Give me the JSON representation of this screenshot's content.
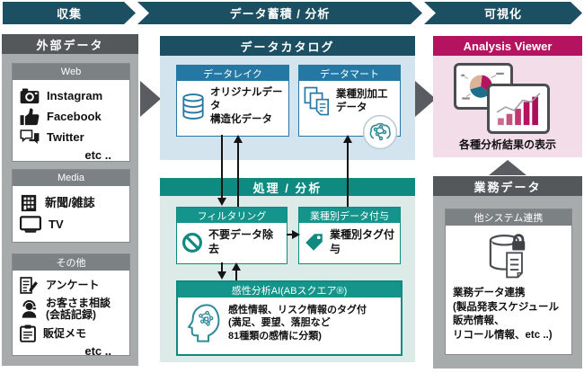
{
  "banner": {
    "steps": [
      {
        "label": "収集"
      },
      {
        "label": "データ蓄積 / 分析"
      },
      {
        "label": "可視化"
      }
    ]
  },
  "external": {
    "title": "外部データ",
    "web": {
      "title": "Web",
      "items": [
        {
          "icon": "camera-icon",
          "label": "Instagram"
        },
        {
          "icon": "thumbs-up-icon",
          "label": "Facebook"
        },
        {
          "icon": "chat-icon",
          "label": "Twitter"
        }
      ],
      "etc": "etc .."
    },
    "media": {
      "title": "Media",
      "items": [
        {
          "icon": "newspaper-icon",
          "label": "新聞/雑誌"
        },
        {
          "icon": "tv-icon",
          "label": "TV"
        }
      ]
    },
    "other": {
      "title": "その他",
      "items": [
        {
          "icon": "survey-icon",
          "label": "アンケート"
        },
        {
          "icon": "operator-icon",
          "label": "お客さま相談\n(会話記録)"
        },
        {
          "icon": "memo-icon",
          "label": "販促メモ"
        }
      ],
      "etc": "etc .."
    }
  },
  "catalog": {
    "title": "データカタログ",
    "lake": {
      "title": "データレイク",
      "label": "オリジナルデータ\n構造化データ"
    },
    "mart": {
      "title": "データマート",
      "label": "業種別加工\nデータ"
    }
  },
  "processing": {
    "title": "処理 / 分析",
    "filtering": {
      "title": "フィルタリング",
      "label": "不要データ除去"
    },
    "tagging": {
      "title": "業種別データ付与",
      "label": "業種別タグ付与"
    },
    "sentiment": {
      "title": "感性分析AI(ABスクエア®)",
      "label": "感性情報、リスク情報のタグ付\n(満足、要望、落胆など\n81種類の感情に分類)"
    }
  },
  "viewer": {
    "title": "Analysis Viewer",
    "caption": "各種分析結果の表示"
  },
  "business": {
    "title": "業務データ",
    "sys": {
      "title": "他システム連携",
      "label": "業務データ連携\n(製品発表スケジュール\n販売情報、\nリコール情報、etc ..)"
    }
  },
  "colors": {
    "dark_teal": "#1d4f63",
    "blue": "#2478a3",
    "teal_green": "#0e8a80",
    "crimson": "#b5135f",
    "light_blue": "#d3e4ee",
    "light_teal": "#dcebe7",
    "light_pink": "#f3dde8",
    "column_gray": "#a8abab",
    "header_gray": "#54585a",
    "arrow_gray": "#595d62"
  }
}
